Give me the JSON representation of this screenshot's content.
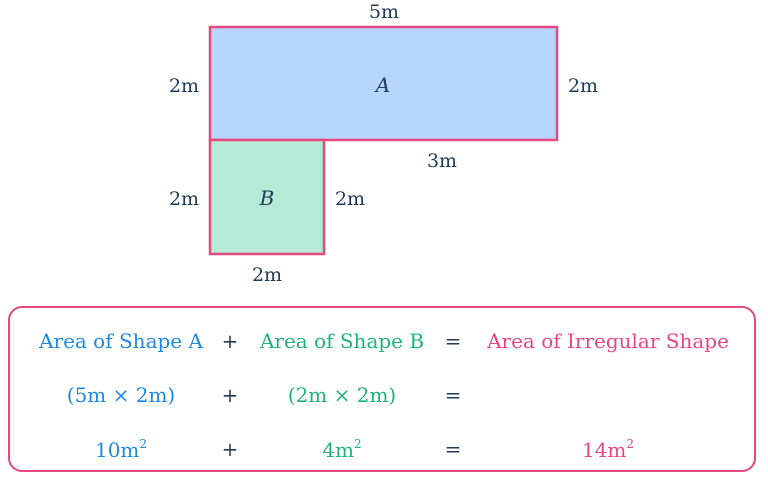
{
  "diagram": {
    "shape_a": {
      "name": "A",
      "top_label": "5m",
      "left_label": "2m",
      "right_label": "2m",
      "bottom_label": "3m",
      "fill": "#b7d6fb"
    },
    "shape_b": {
      "name": "B",
      "left_label": "2m",
      "right_label": "2m",
      "bottom_label": "2m",
      "fill": "#b4ead6"
    },
    "outline_color": "#e6487f"
  },
  "equation": {
    "row1": {
      "a": "Area of Shape A",
      "plus": "+",
      "b": "Area of Shape B",
      "eq": "=",
      "total": "Area of Irregular Shape"
    },
    "row2": {
      "a": "(5m × 2m)",
      "plus": "+",
      "b": "(2m × 2m)",
      "eq": "="
    },
    "row3": {
      "a": "10m",
      "a_exp": "2",
      "plus": "+",
      "b": "4m",
      "b_exp": "2",
      "eq": "=",
      "total": "14m",
      "total_exp": "2"
    }
  },
  "colors": {
    "shape_a_text": "#1e88e5",
    "shape_b_text": "#1db57a",
    "total_text": "#e6487f"
  }
}
